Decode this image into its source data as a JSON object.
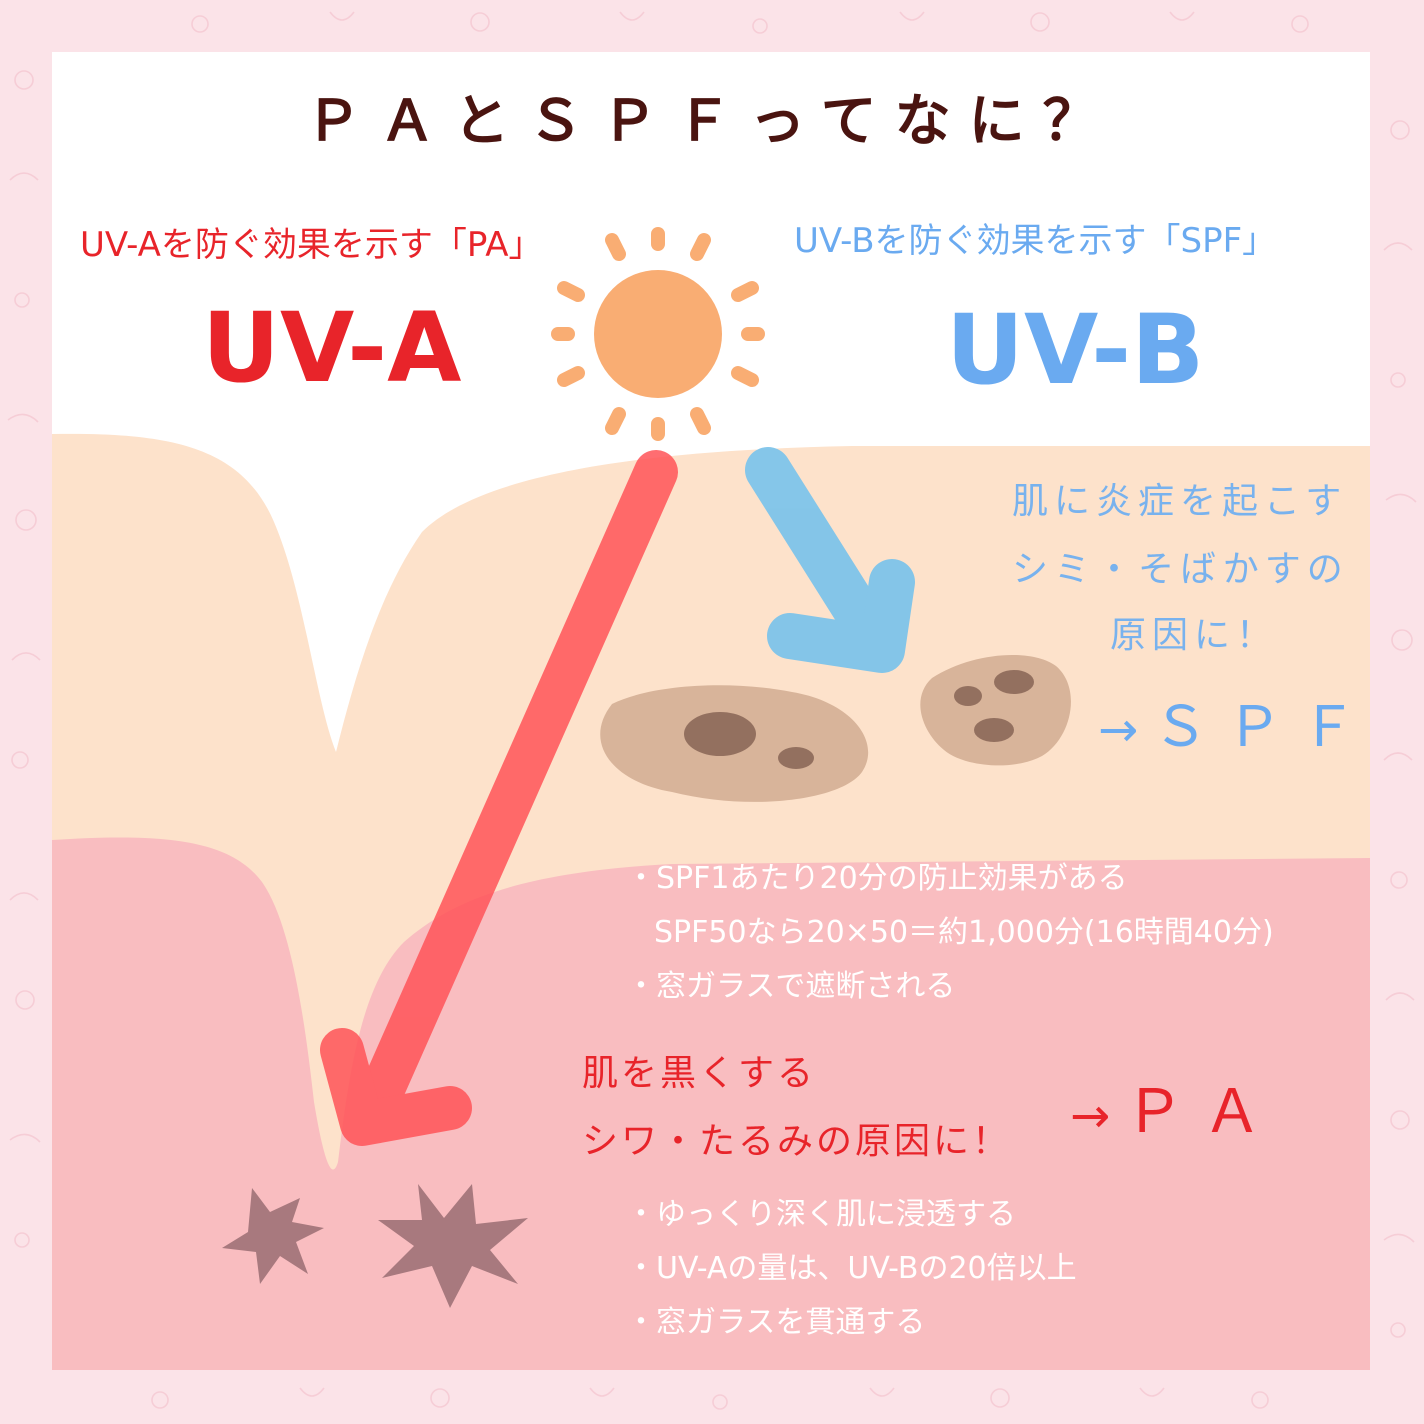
{
  "title": "ＰＡとＳＰＦってなに？",
  "uva": {
    "subtitle": "UV-Aを防ぐ効果を示す「PA」",
    "label": "UV-A",
    "effect_lines": [
      "肌を黒くする",
      "シワ・たるみの原因に！"
    ],
    "arrow_text": "→",
    "result": "ＰＡ",
    "notes": [
      "・ゆっくり深く肌に浸透する",
      "・UV-Aの量は、UV-Bの20倍以上",
      "・窓ガラスを貫通する"
    ]
  },
  "uvb": {
    "subtitle": "UV-Bを防ぐ効果を示す「SPF」",
    "label": "UV-B",
    "effect_lines": [
      "肌に炎症を起こす",
      "シミ・そばかすの",
      "原因に！"
    ],
    "arrow_text": "→",
    "result": "ＳＰＦ",
    "notes": [
      "・SPF1あたり20分の防止効果がある",
      "SPF50なら20×50＝約1,000分(16時間40分)",
      "・窓ガラスで遮断される"
    ]
  },
  "colors": {
    "uva": "#e8242a",
    "uvb": "#6aaaf0",
    "title": "#4a1410",
    "sun": "#f9ad73",
    "epidermis": "#fde2cb",
    "dermis": "#f9bdc0",
    "spot": "#d8b49a",
    "spot_dot": "#93705f",
    "frame": "#fbe3e8"
  },
  "icons": [
    "sun-icon",
    "uva-arrow-icon",
    "uvb-arrow-icon",
    "pigment-spot-icon",
    "damaged-collagen-icon"
  ]
}
